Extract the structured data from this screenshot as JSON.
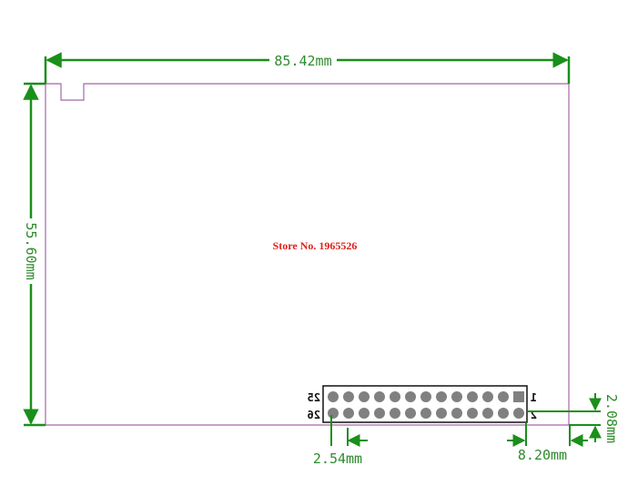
{
  "colors": {
    "outline": "#a468a8",
    "dimension": "#1a8f1a",
    "header_outline": "#111111",
    "pin_fill": "#808080",
    "store_text": "#e0201a"
  },
  "dimensions": {
    "width": "85.42mm",
    "height": "55.60mm",
    "pin_pitch": "2.54mm",
    "header_right_offset": "8.20mm",
    "header_bottom_offset": "2.08mm"
  },
  "watermark": "Store No. 1965526",
  "header": {
    "columns": 13,
    "rows": 2,
    "pin_labels": {
      "top_left": "25",
      "bottom_left": "26",
      "top_right": "1",
      "bottom_right": "2"
    }
  }
}
